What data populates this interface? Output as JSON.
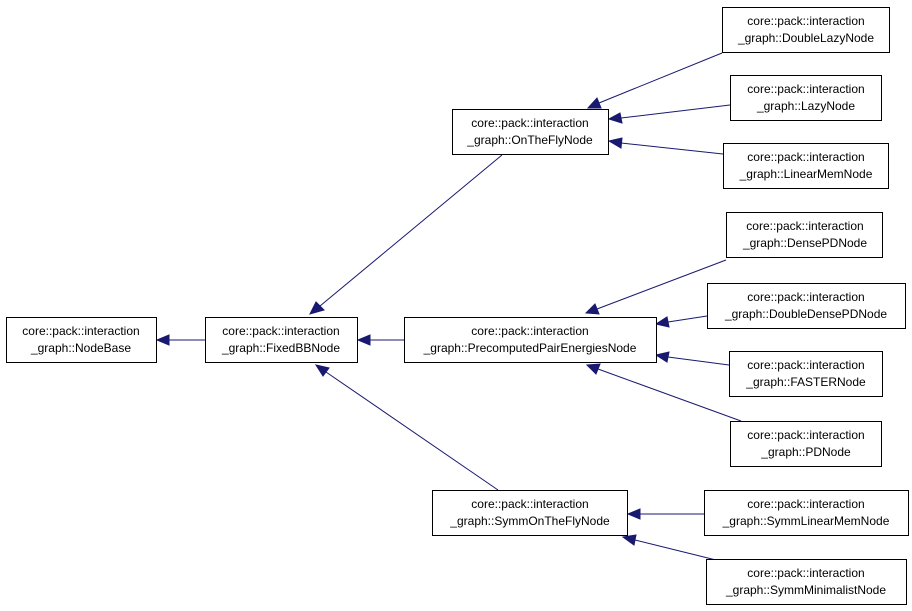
{
  "colors": {
    "edge": "#191970",
    "node_border": "#000000",
    "background": "#ffffff"
  },
  "nodes": {
    "node_base": {
      "line1": "core::pack::interaction",
      "line2": "_graph::NodeBase"
    },
    "fixed_bb": {
      "line1": "core::pack::interaction",
      "line2": "_graph::FixedBBNode"
    },
    "on_the_fly": {
      "line1": "core::pack::interaction",
      "line2": "_graph::OnTheFlyNode"
    },
    "precomputed": {
      "line1": "core::pack::interaction",
      "line2": "_graph::PrecomputedPairEnergiesNode"
    },
    "symm_on_the_fly": {
      "line1": "core::pack::interaction",
      "line2": "_graph::SymmOnTheFlyNode"
    },
    "double_lazy": {
      "line1": "core::pack::interaction",
      "line2": "_graph::DoubleLazyNode"
    },
    "lazy": {
      "line1": "core::pack::interaction",
      "line2": "_graph::LazyNode"
    },
    "linear_mem": {
      "line1": "core::pack::interaction",
      "line2": "_graph::LinearMemNode"
    },
    "dense_pd": {
      "line1": "core::pack::interaction",
      "line2": "_graph::DensePDNode"
    },
    "double_dense_pd": {
      "line1": "core::pack::interaction",
      "line2": "_graph::DoubleDensePDNode"
    },
    "faster": {
      "line1": "core::pack::interaction",
      "line2": "_graph::FASTERNode"
    },
    "pd": {
      "line1": "core::pack::interaction",
      "line2": "_graph::PDNode"
    },
    "symm_linear_mem": {
      "line1": "core::pack::interaction",
      "line2": "_graph::SymmLinearMemNode"
    },
    "symm_minimalist": {
      "line1": "core::pack::interaction",
      "line2": "_graph::SymmMinimalistNode"
    }
  },
  "edges": [
    {
      "from": "fixed_bb",
      "to": "node_base"
    },
    {
      "from": "on_the_fly",
      "to": "fixed_bb"
    },
    {
      "from": "precomputed",
      "to": "fixed_bb"
    },
    {
      "from": "symm_on_the_fly",
      "to": "fixed_bb"
    },
    {
      "from": "double_lazy",
      "to": "on_the_fly"
    },
    {
      "from": "lazy",
      "to": "on_the_fly"
    },
    {
      "from": "linear_mem",
      "to": "on_the_fly"
    },
    {
      "from": "dense_pd",
      "to": "precomputed"
    },
    {
      "from": "double_dense_pd",
      "to": "precomputed"
    },
    {
      "from": "faster",
      "to": "precomputed"
    },
    {
      "from": "pd",
      "to": "precomputed"
    },
    {
      "from": "symm_linear_mem",
      "to": "symm_on_the_fly"
    },
    {
      "from": "symm_minimalist",
      "to": "symm_on_the_fly"
    }
  ]
}
